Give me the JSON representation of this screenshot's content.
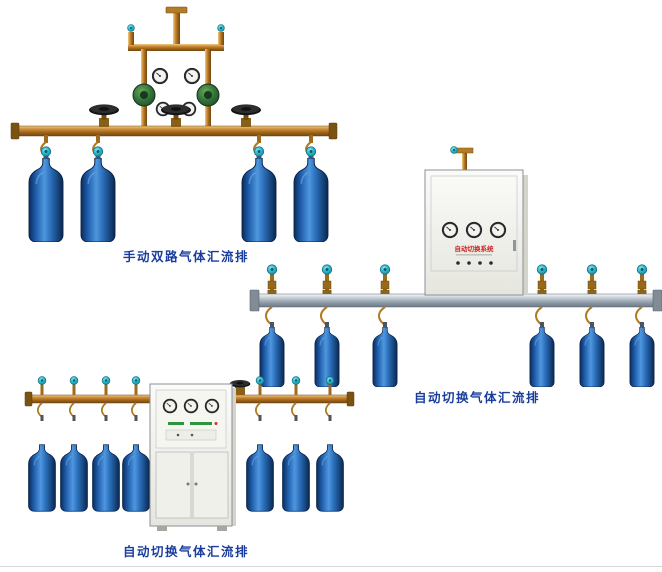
{
  "page": {
    "background": "#ffffff"
  },
  "colors": {
    "caption": "#1b3e9e",
    "cylinder_blue": "#2f6fc0",
    "cylinder_dark": "#0b2c5c",
    "brass_pipe": "#b57c28",
    "silver_pipe": "#96a2ae",
    "cabinet_body": "#f1f1ea",
    "valve_knob_teal": "#2fb6cc",
    "regulator_green": "#32703a",
    "cabinet_label_red": "#cc2222"
  },
  "products": [
    {
      "caption": "手动双路气体汇流排",
      "cylinder_count": 4,
      "valve_wheel_count": 3,
      "gauge_count": 4
    },
    {
      "caption": "自动切换气体汇流排",
      "cabinet_label": "自动切换系统",
      "cylinder_count": 6,
      "gauge_count": 3
    },
    {
      "caption": "自动切换气体汇流排",
      "cylinder_count": 7,
      "gauge_count": 3
    }
  ]
}
